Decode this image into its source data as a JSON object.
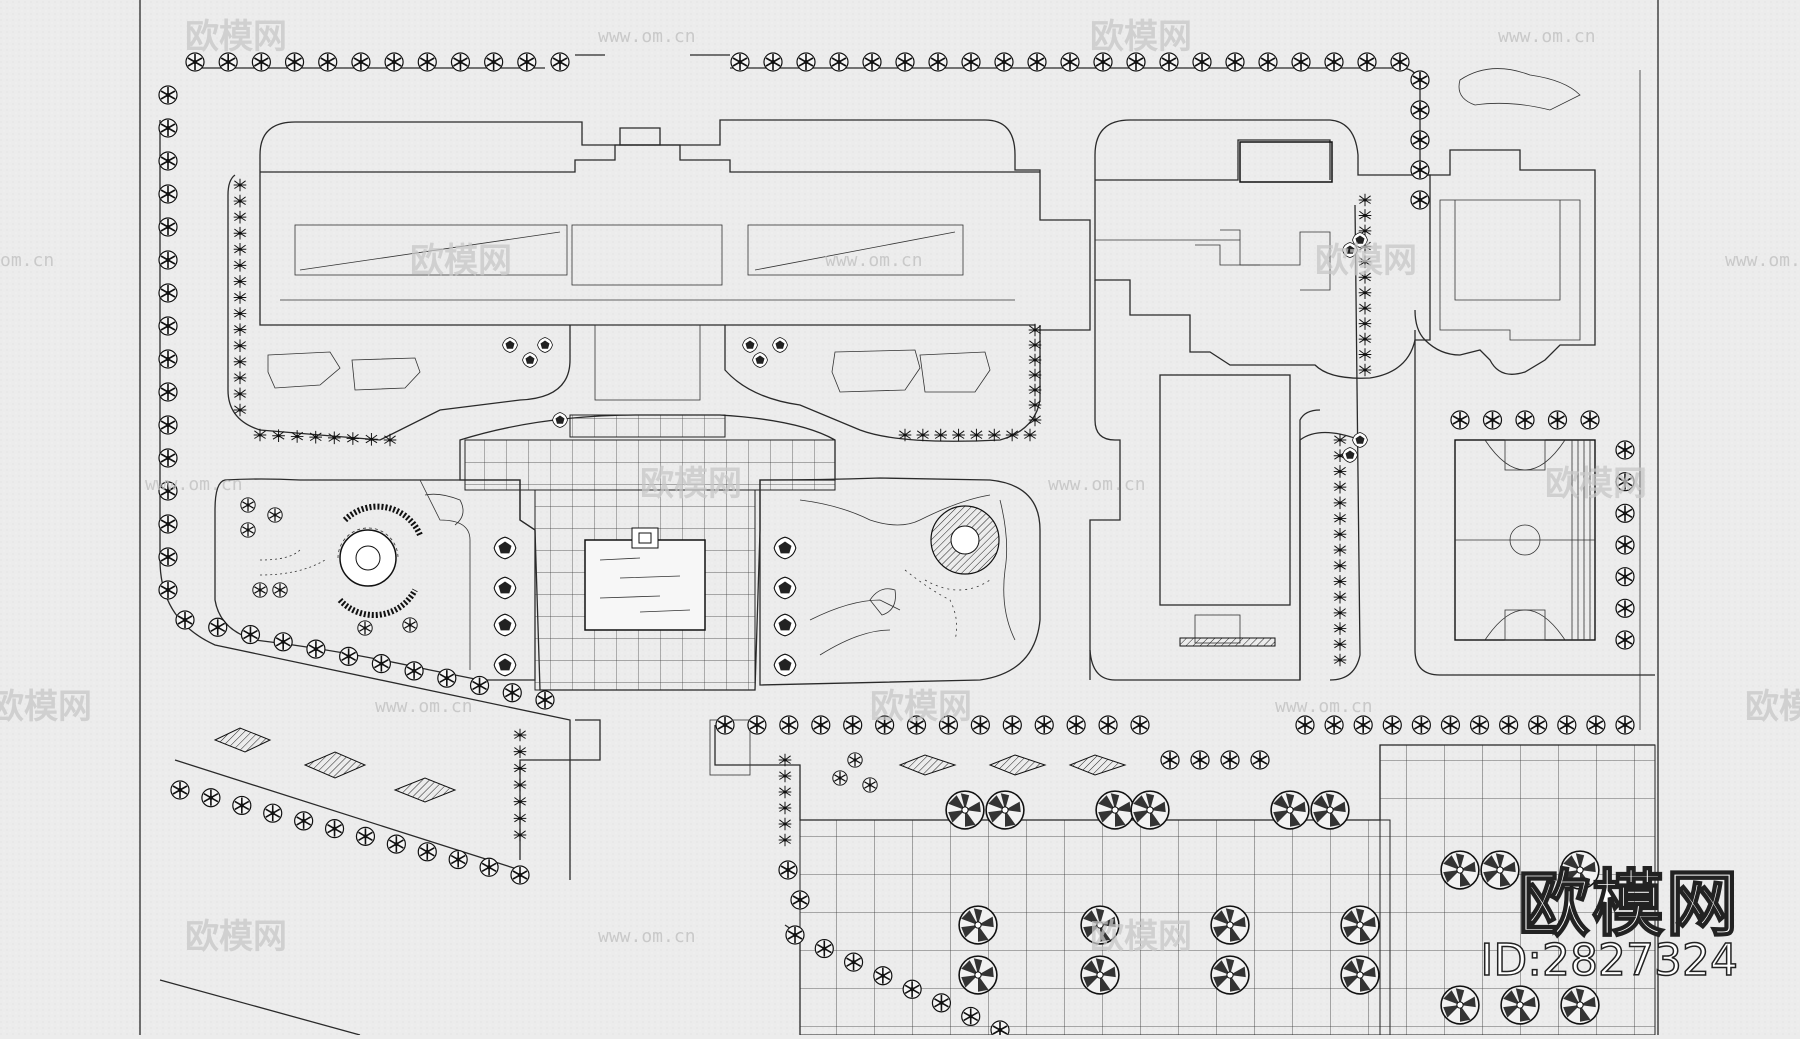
{
  "watermark": {
    "brand": "欧模网",
    "url": "www.om.cn",
    "url_short": "om.cn",
    "logo_text": "欧模网",
    "id_label": "ID:2827324"
  },
  "drawing": {
    "stroke_color": "#222222",
    "background_color": "#ececec",
    "tree_icon": "tree-symbol-icon",
    "shrub_icon": "shrub-symbol-icon"
  }
}
